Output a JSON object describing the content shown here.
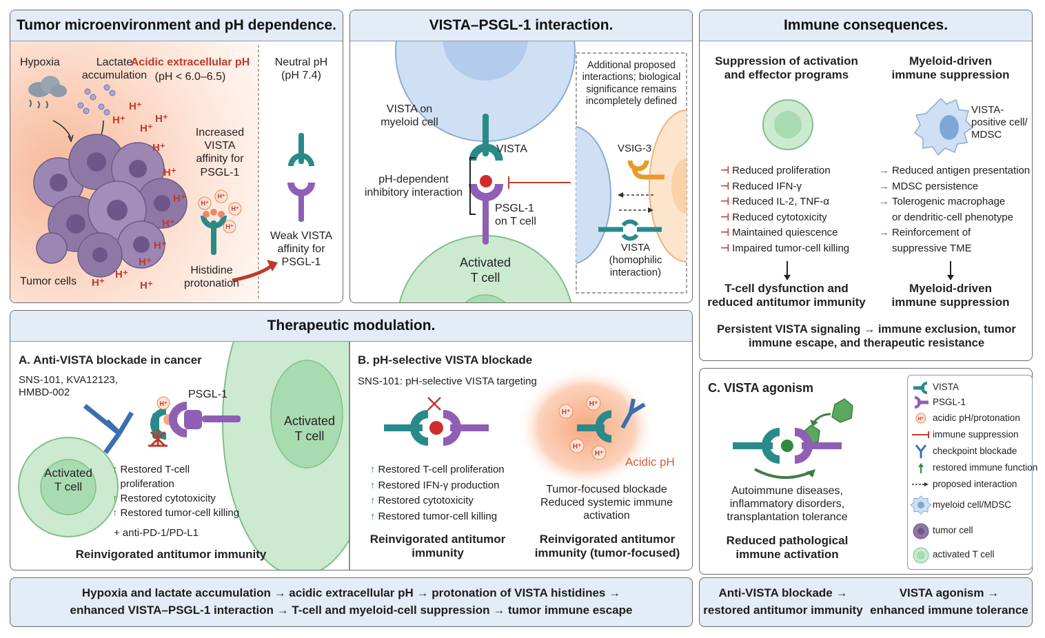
{
  "panels": {
    "tme": {
      "title": "Tumor microenvironment and pH dependence.",
      "hypoxia": "Hypoxia",
      "lactate": "Lactate\naccumulation",
      "acidic_title": "Acidic extracellular pH",
      "acidic_range": "(pH < 6.0–6.5)",
      "increased_affinity": "Increased\nVISTA\naffinity for\nPSGL-1",
      "histidine": "Histidine\nprotonation",
      "tumor_cells": "Tumor cells",
      "neutral_ph": "Neutral pH\n(pH 7.4)",
      "weak_affinity": "Weak VISTA\naffinity for\nPSGL-1",
      "h_plus": "H⁺"
    },
    "interaction": {
      "title": "VISTA–PSGL-1 interaction.",
      "vista_on_myeloid": "VISTA on\nmyeloid cell",
      "vista": "VISTA",
      "ph_dependent": "pH-dependent\ninhibitory interaction",
      "psgl1_on_t": "PSGL-1\non T cell",
      "activated_t": "Activated\nT cell",
      "additional": "Additional proposed\ninteractions; biological\nsignificance remains\nincompletely defined",
      "vsig3": "VSIG-3",
      "vista_homophilic": "VISTA\n(homophilic\ninteraction)"
    },
    "immune": {
      "title": "Immune consequences.",
      "left_header": "Suppression of activation\nand effector programs",
      "right_header": "Myeloid-driven\nimmune suppression",
      "vista_positive": "VISTA-\npositive cell/\nMDSC",
      "left_items": [
        "Reduced proliferation",
        "Reduced IFN-γ",
        "Reduced IL-2, TNF-α",
        "Reduced cytotoxicity",
        "Maintained quiescence",
        "Impaired tumor-cell killing"
      ],
      "right_items": [
        "Reduced antigen presentation",
        "MDSC persistence",
        "Tolerogenic macrophage\nor dendritic-cell phenotype",
        "Reinforcement of\nsuppressive TME"
      ],
      "left_result": "T-cell dysfunction and\nreduced antitumor immunity",
      "right_result": "Myeloid-driven\nimmune suppression",
      "summary": "Persistent VISTA signaling → immune exclusion, tumor\nimmune escape, and therapeutic resistance"
    },
    "therapeutic": {
      "title": "Therapeutic modulation.",
      "a_title": "A. Anti-VISTA blockade in cancer",
      "a_drugs": "SNS-101, KVA12123,\nHMBD-002",
      "psgl1": "PSGL-1",
      "activated_t": "Activated\nT cell",
      "a_items": [
        "Restored T-cell\nproliferation",
        "Restored cytotoxicity",
        "Restored tumor-cell killing"
      ],
      "a_combo": "+ anti-PD-1/PD-L1",
      "a_result": "Reinvigorated antitumor immunity",
      "b_title": "B. pH-selective VISTA blockade",
      "b_sub": "SNS-101: pH-selective VISTA targeting",
      "b_items": [
        "Restored T-cell proliferation",
        "Restored IFN-γ production",
        "Restored cytotoxicity",
        "Restored tumor-cell killing"
      ],
      "b_result_left": "Reinvigorated antitumor\nimmunity",
      "acidic_ph": "Acidic pH",
      "b_focus": "Tumor-focused blockade\nReduced systemic immune\nactivation",
      "b_result_right": "Reinvigorated antitumor\nimmunity (tumor-focused)"
    },
    "agonism": {
      "title": "C. VISTA agonism",
      "diseases": "Autoimmune diseases,\ninflammatory disorders,\ntransplantation tolerance",
      "result": "Reduced pathological\nimmune activation"
    }
  },
  "legend": [
    {
      "icon": "vista-receptor-icon",
      "label": "VISTA"
    },
    {
      "icon": "psgl1-receptor-icon",
      "label": "PSGL-1"
    },
    {
      "icon": "protonation-icon",
      "label": "acidic pH/protonation"
    },
    {
      "icon": "inhibition-icon",
      "label": "immune suppression"
    },
    {
      "icon": "antibody-icon",
      "label": "checkpoint blockade"
    },
    {
      "icon": "up-arrow-icon",
      "label": "restored immune function"
    },
    {
      "icon": "dashed-arrow-icon",
      "label": "proposed interaction"
    },
    {
      "icon": "myeloid-cell-icon",
      "label": "myeloid cell/MDSC"
    },
    {
      "icon": "tumor-cell-icon",
      "label": "tumor cell"
    },
    {
      "icon": "t-cell-icon",
      "label": "activated T cell"
    }
  ],
  "bottom": {
    "left": "Hypoxia and lactate accumulation → acidic extracellular pH → protonation of VISTA histidines →\nenhanced VISTA–PSGL-1 interaction → T-cell and myeloid-cell suppression → tumor immune escape",
    "right_left": "Anti-VISTA blockade →\nrestored antitumor immunity",
    "right_right": "VISTA agonism →\nenhanced immune tolerance"
  },
  "colors": {
    "title_bg": "#e3ecf7",
    "vista": "#2a8a8a",
    "psgl1": "#8e5fb5",
    "acid": "#c0392b",
    "t_cell": "#9fd3a8",
    "myeloid": "#b9d1ee",
    "tumor": "#8f78a6",
    "restore": "#2e8b3e"
  }
}
